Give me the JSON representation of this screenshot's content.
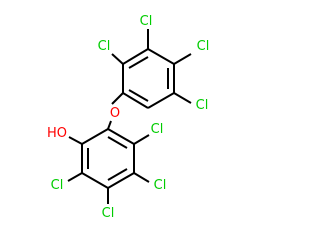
{
  "molecule": {
    "atom_labels": {
      "cl_top_upper_left": "Cl",
      "cl_top_upper_right": "Cl",
      "cl_top_right": "Cl",
      "cl_top_lower_right": "Cl",
      "oxygen": "O",
      "hydroxyl": "HO",
      "cl_bottom_upper_right": "Cl",
      "cl_bottom_left": "Cl",
      "cl_bottom_right": "Cl",
      "cl_bottom_lower": "Cl"
    },
    "colors": {
      "bond": "#000000",
      "chlorine": "#00cc00",
      "oxygen": "#ff0000"
    }
  }
}
